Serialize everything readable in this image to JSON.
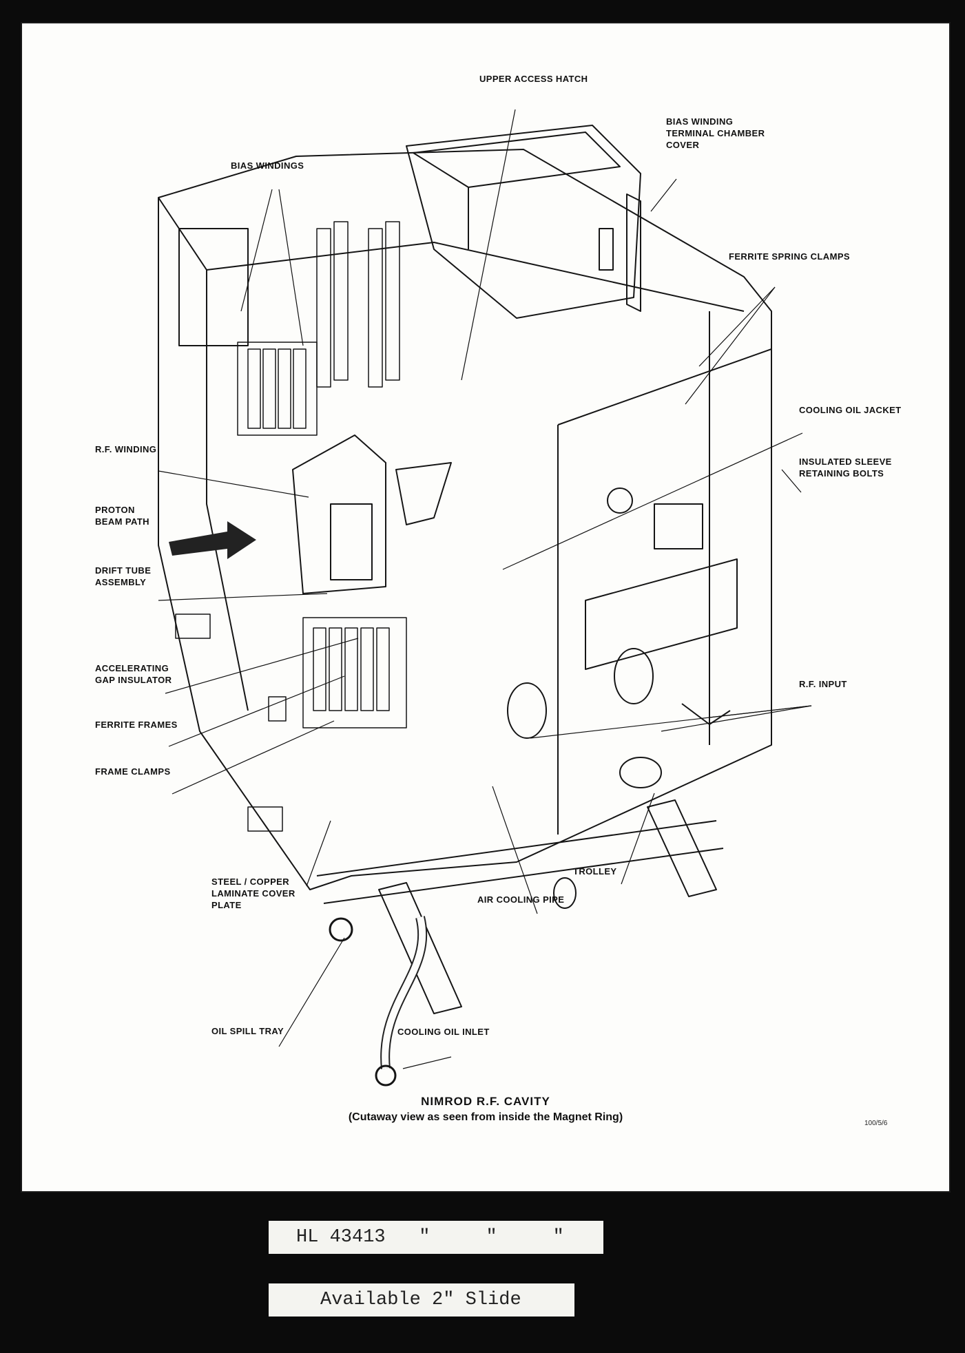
{
  "diagram": {
    "labels": {
      "upper_access_hatch": "UPPER ACCESS HATCH",
      "bias_winding_terminal": [
        "BIAS WINDING",
        "TERMINAL CHAMBER",
        "COVER"
      ],
      "bias_windings": "BIAS WINDINGS",
      "ferrite_spring_clamps": "FERRITE SPRING CLAMPS",
      "cooling_oil_jacket": "COOLING OIL JACKET",
      "insulated_sleeve": [
        "INSULATED SLEEVE",
        "RETAINING BOLTS"
      ],
      "rf_winding": "R.F. WINDING",
      "proton_beam_path": [
        "PROTON",
        "BEAM PATH"
      ],
      "drift_tube_assembly": [
        "DRIFT TUBE",
        "ASSEMBLY"
      ],
      "accelerating_gap_insulator": [
        "ACCELERATING",
        "GAP INSULATOR"
      ],
      "ferrite_frames": "FERRITE FRAMES",
      "frame_clamps": "FRAME CLAMPS",
      "rf_input": "R.F. INPUT",
      "trolley": "TROLLEY",
      "steel_copper": [
        "STEEL / COPPER",
        "LAMINATE COVER",
        "PLATE"
      ],
      "air_cooling_pipe": "AIR COOLING PIPE",
      "oil_spill_tray": "OIL SPILL TRAY",
      "cooling_oil_inlet": "COOLING OIL INLET"
    },
    "caption": {
      "title": "NIMROD R.F. CAVITY",
      "subtitle": "(Cutaway view as seen from inside the Magnet Ring)"
    },
    "reference_number": "100/5/6"
  },
  "archive": {
    "catalog_strip": "HL 43413   \"     \"     \"",
    "slide_strip": "Available 2\" Slide"
  }
}
